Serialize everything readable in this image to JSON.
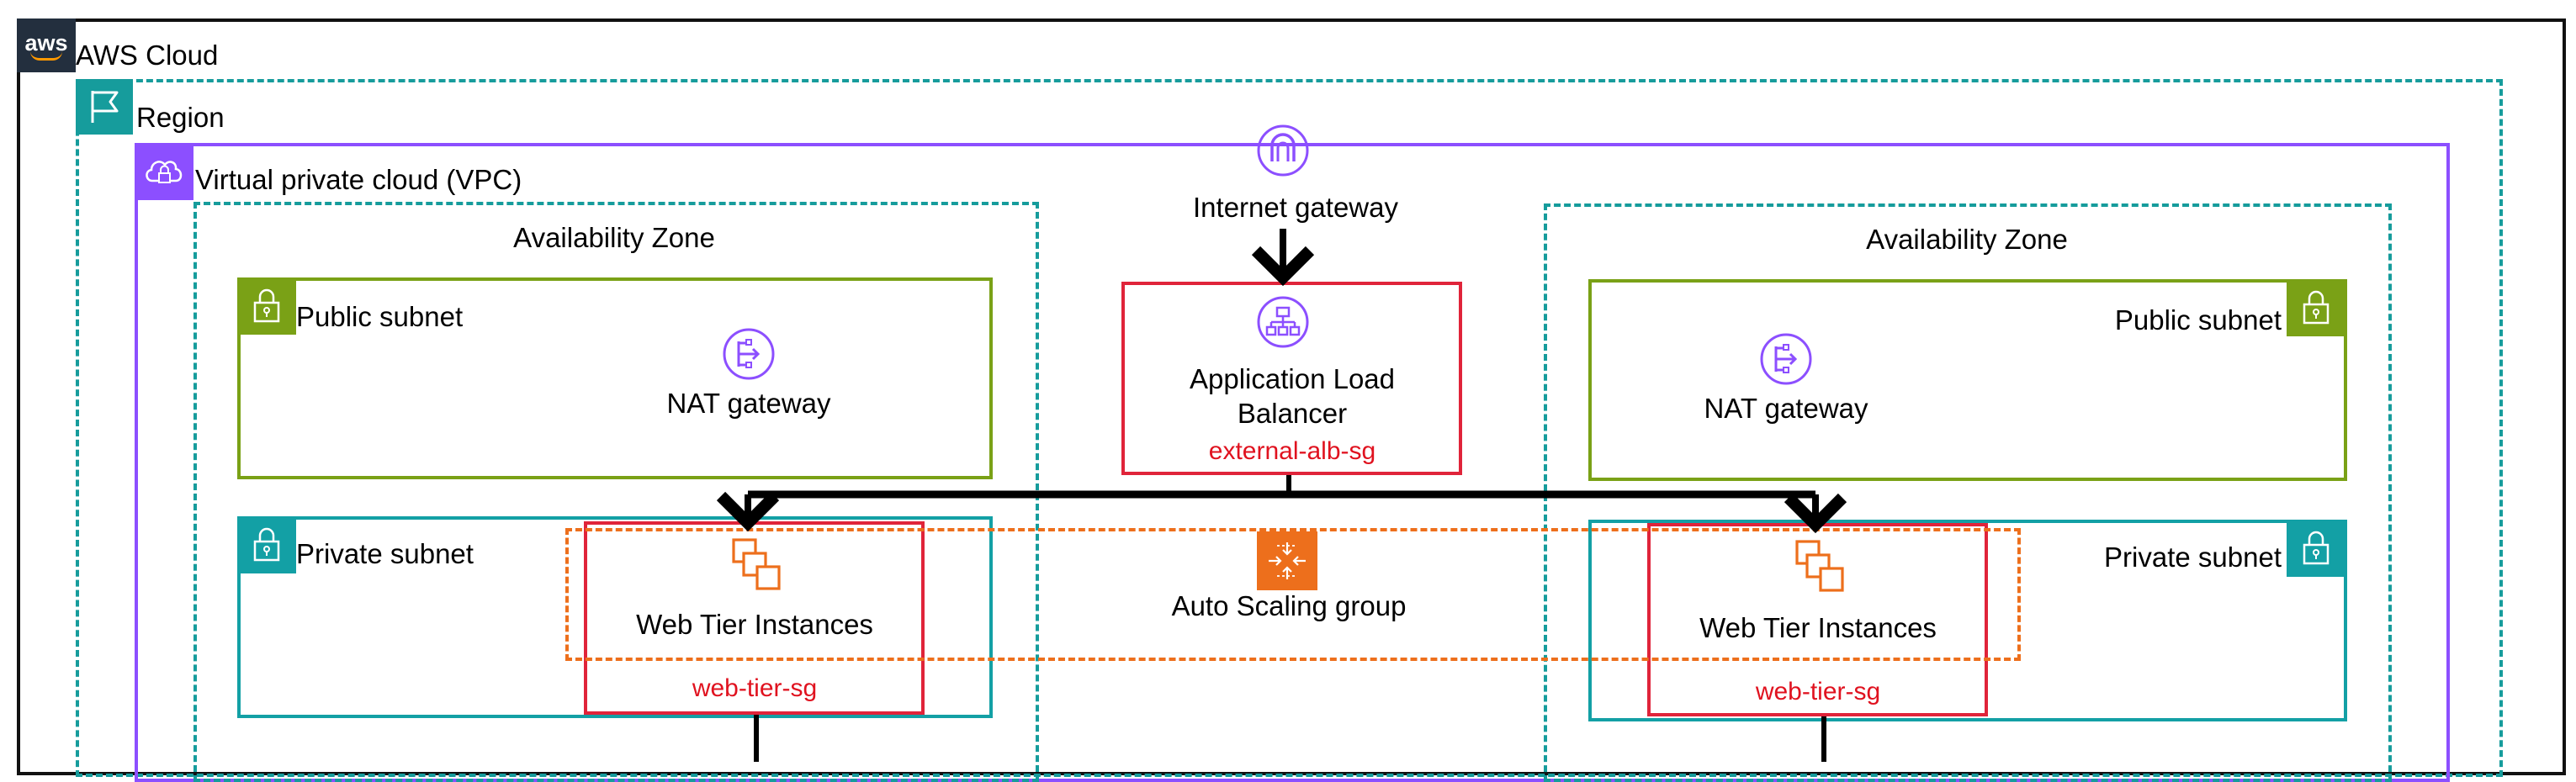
{
  "aws_cloud": {
    "label": "AWS Cloud",
    "logo_text": "aws"
  },
  "region": {
    "label": "Region"
  },
  "vpc": {
    "label": "Virtual private cloud (VPC)"
  },
  "availability_zones": [
    {
      "label": "Availability Zone"
    },
    {
      "label": "Availability Zone"
    }
  ],
  "public_subnets": [
    {
      "label": "Public subnet",
      "nat_label": "NAT gateway"
    },
    {
      "label": "Public subnet",
      "nat_label": "NAT gateway"
    }
  ],
  "private_subnets": [
    {
      "label": "Private subnet"
    },
    {
      "label": "Private subnet"
    }
  ],
  "internet_gateway": {
    "label": "Internet gateway"
  },
  "alb": {
    "label_line1": "Application Load",
    "label_line2": "Balancer",
    "sg": "external-alb-sg"
  },
  "auto_scaling_group": {
    "label": "Auto Scaling group"
  },
  "web_tiers": [
    {
      "label": "Web Tier Instances",
      "sg": "web-tier-sg"
    },
    {
      "label": "Web Tier Instances",
      "sg": "web-tier-sg"
    }
  ],
  "colors": {
    "aws_cloud_border": "#111111",
    "region": "#169c9c",
    "vpc": "#8c4fff",
    "public_subnet": "#7aa116",
    "private_subnet": "#13a0a5",
    "security_group": "#e0243a",
    "auto_scaling": "#ed6f1c"
  },
  "icons": [
    "aws-logo-icon",
    "flag-icon",
    "cloud-lock-icon",
    "lock-icon",
    "internet-gateway-icon",
    "load-balancer-icon",
    "nat-gateway-icon",
    "instances-icon",
    "auto-scaling-icon"
  ]
}
